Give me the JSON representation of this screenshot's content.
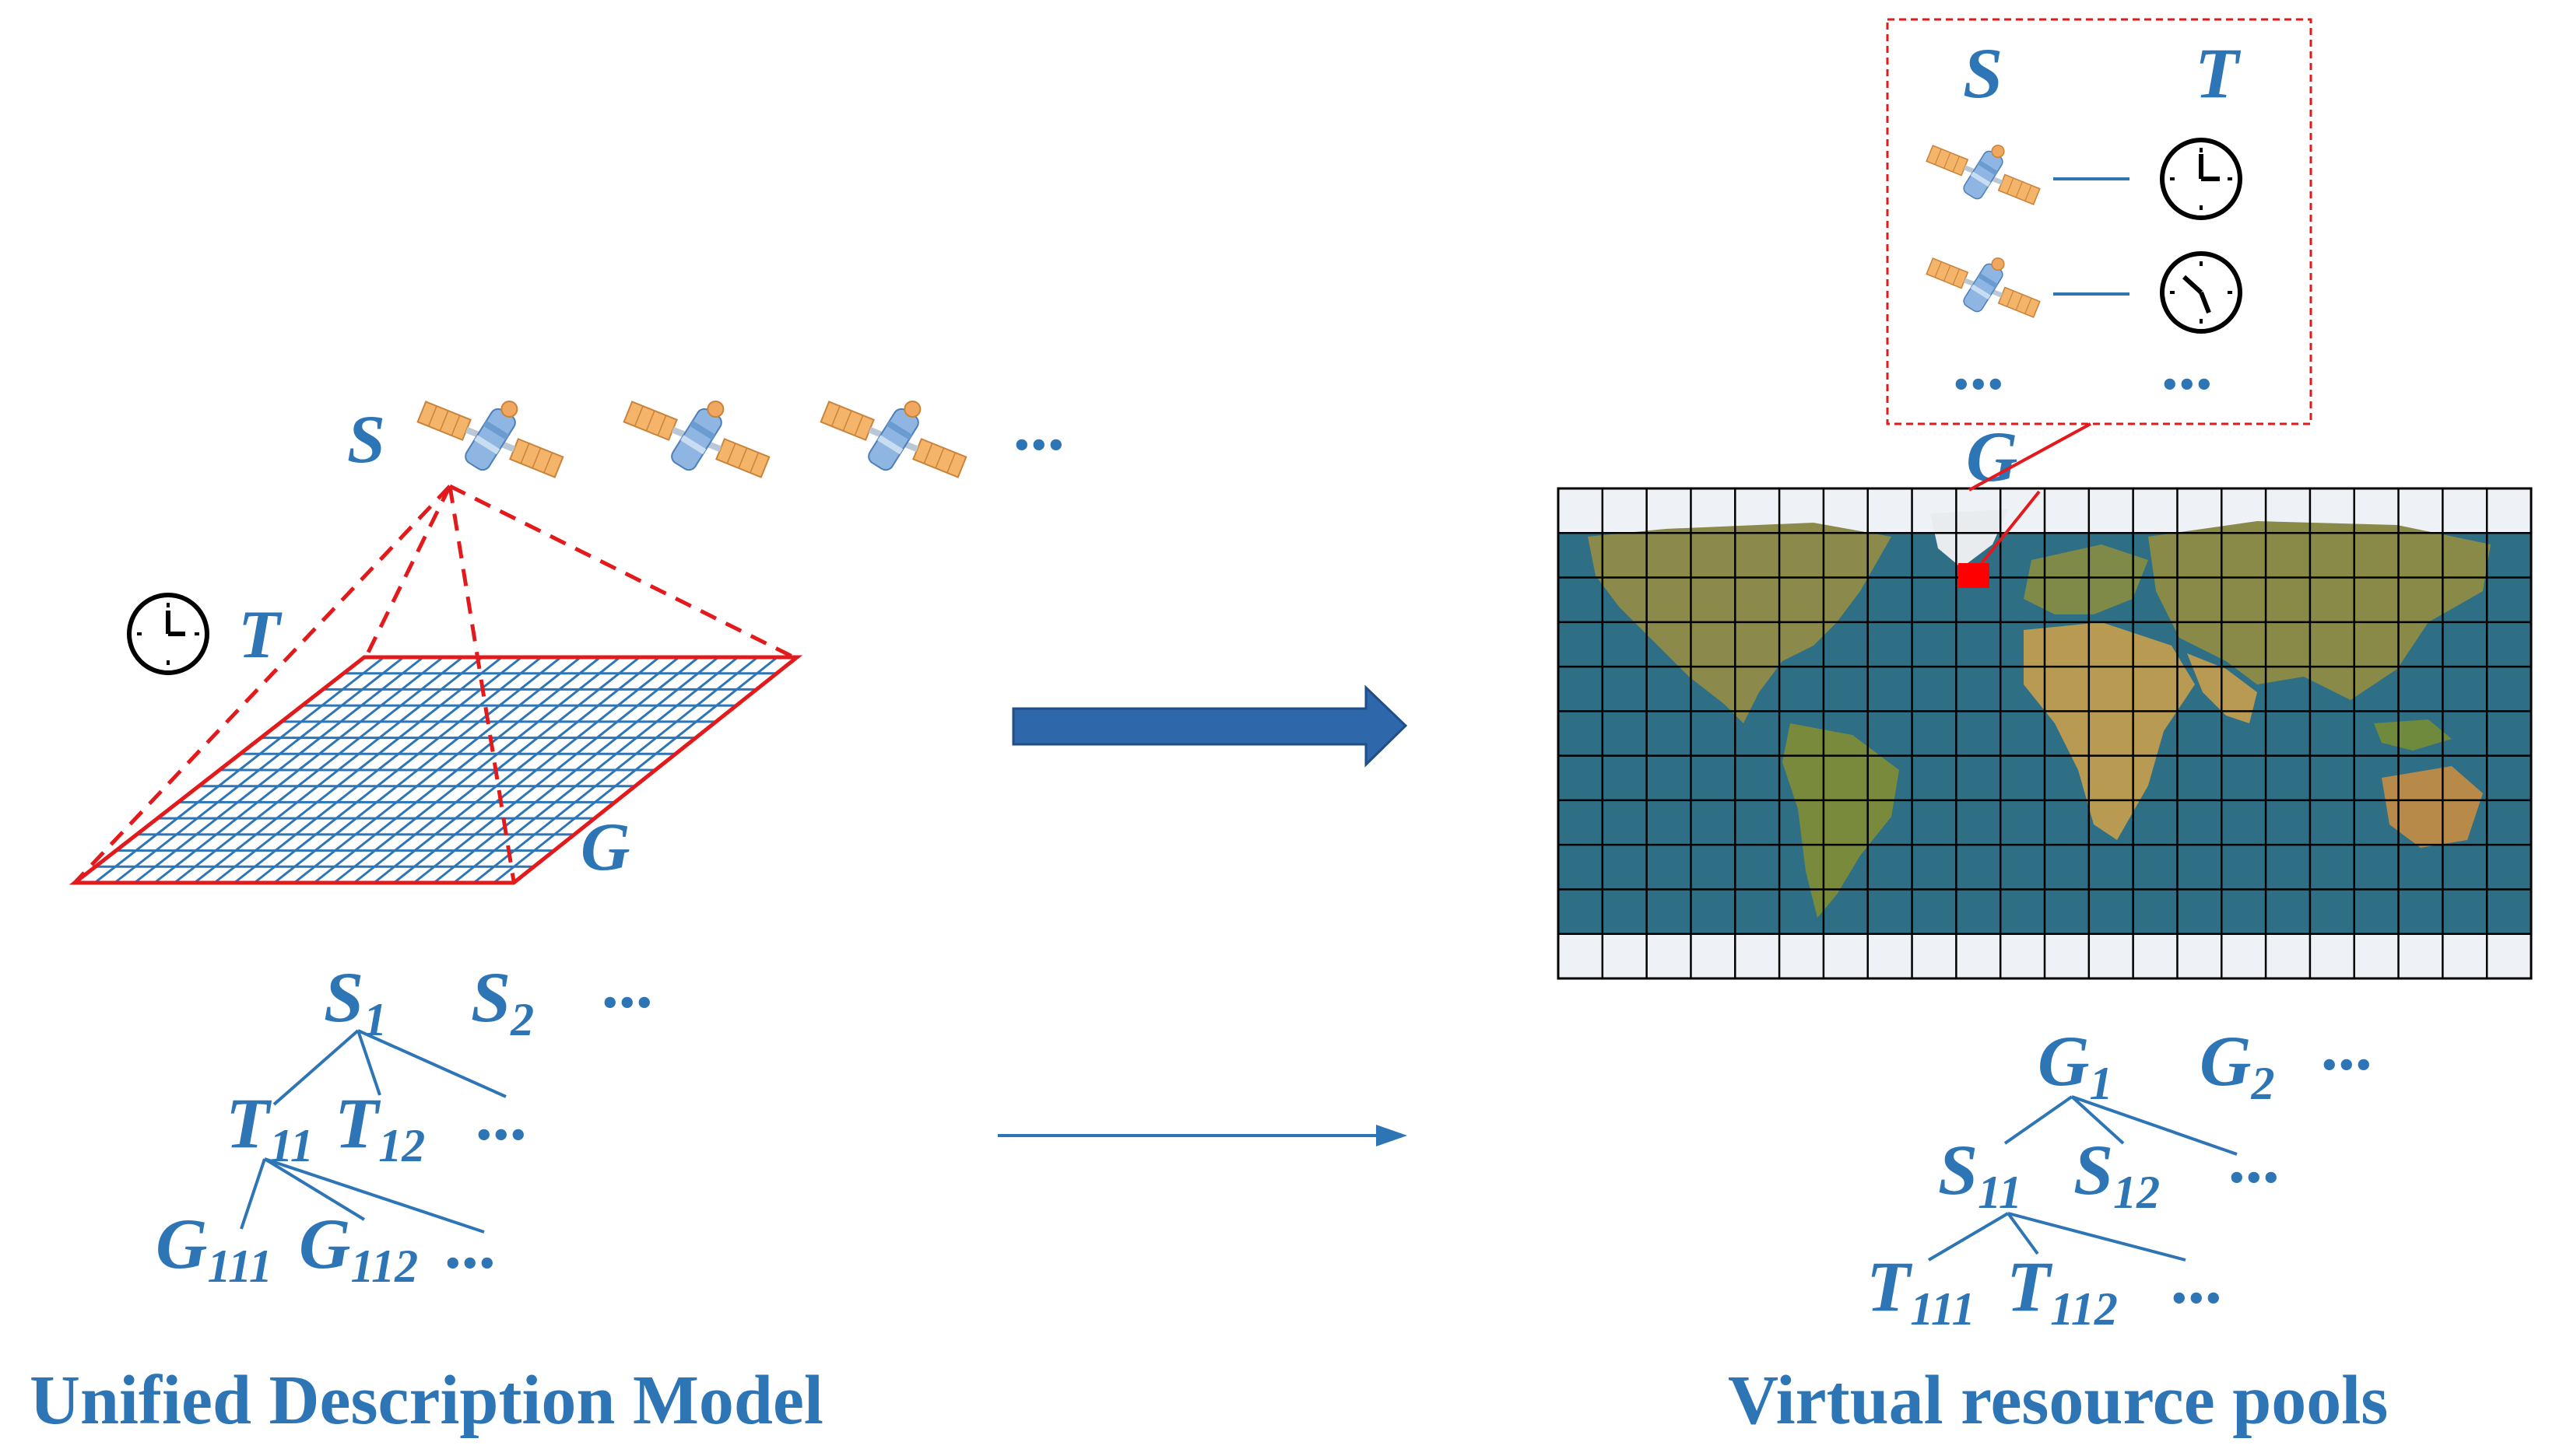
{
  "colors": {
    "blue": "#2e75b6",
    "red": "#e31a1c",
    "black": "#000000",
    "ocean": "#2f6f86",
    "ice": "#eef2f6",
    "land": "#8c8a4a"
  },
  "icons": {
    "satellite": "satellite-icon",
    "clock": "clock-icon"
  },
  "left": {
    "s_label": "S",
    "t_label": "T",
    "g_label": "G",
    "ellipsis": "...",
    "tree": {
      "root": {
        "base": "S",
        "sub": "1"
      },
      "sibling": {
        "base": "S",
        "sub": "2"
      },
      "root_ellipsis": "...",
      "level2": [
        {
          "base": "T",
          "sub": "11"
        },
        {
          "base": "T",
          "sub": "12"
        }
      ],
      "level2_ellipsis": "...",
      "level3": [
        {
          "base": "G",
          "sub": "111"
        },
        {
          "base": "G",
          "sub": "112"
        }
      ],
      "level3_ellipsis": "..."
    },
    "caption": "Unified Description Model"
  },
  "right": {
    "box": {
      "s_header": "S",
      "t_header": "T",
      "s_ellipsis": "...",
      "t_ellipsis": "..."
    },
    "g_label": "G",
    "tree": {
      "root": {
        "base": "G",
        "sub": "1"
      },
      "sibling": {
        "base": "G",
        "sub": "2"
      },
      "root_ellipsis": "...",
      "level2": [
        {
          "base": "S",
          "sub": "11"
        },
        {
          "base": "S",
          "sub": "12"
        }
      ],
      "level2_ellipsis": "...",
      "level3": [
        {
          "base": "T",
          "sub": "111"
        },
        {
          "base": "T",
          "sub": "112"
        }
      ],
      "level3_ellipsis": "..."
    },
    "caption": "Virtual resource pools"
  }
}
